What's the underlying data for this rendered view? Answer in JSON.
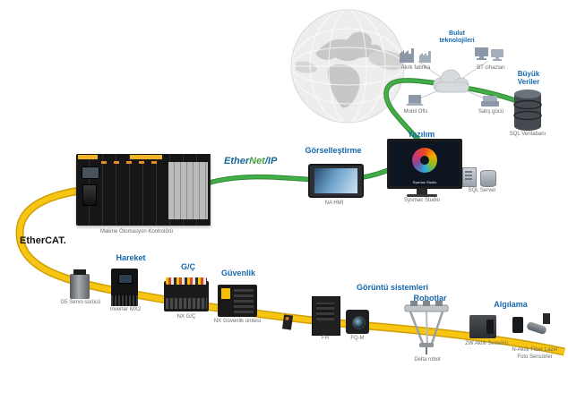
{
  "labels": {
    "cloud_tech": "Bulut teknolojileri",
    "smart_factory": "Akıllı fabrika",
    "it_devices": "BT cihazları",
    "mobile_office": "Mobil Ofis",
    "sales_force": "Satış gücü",
    "big_data": "Büyük Veriler",
    "sql_db": "SQL Veritabanı",
    "software": "Yazılım",
    "sysmac_studio": "Sysmac Studio",
    "sql_server": "SQL Server",
    "visualization": "Görselleştirme",
    "na_hmi": "NA HMI",
    "ethernet_ether": "Ether",
    "ethernet_net": "Net",
    "ethernet_ip": "/IP",
    "controller": "Makine Otomasyon Kontrolörü",
    "ethercat": "EtherCAT.",
    "motion": "Hareket",
    "servo": "G5 Servo sürücü",
    "inverter": "Inverter MX2",
    "io": "G/Ç",
    "nx_io": "NX G/Ç",
    "safety": "Güvenlik",
    "nx_safety": "NX Güvenlik ünitesi",
    "vision": "Görüntü sistemleri",
    "fh": "FH",
    "fqm": "FQ-M",
    "robots": "Robotlar",
    "delta_robot": "Delta robot",
    "sensing": "Algılama",
    "zw_sensor": "ZW Akıllı Sensörü",
    "fiber_sensor": "N-Akıllı Fiber Lazer Foto Sensörler"
  },
  "colors": {
    "label_blue": "#1668ae",
    "cable_yellow": "#f7c512",
    "cable_yellow_edge": "#cfa005",
    "cable_green": "#43ad49",
    "cable_green_edge": "#2e8a33",
    "ethernet_blue": "#15679e",
    "ethernet_green": "#44a63f",
    "device_black": "#161616"
  }
}
